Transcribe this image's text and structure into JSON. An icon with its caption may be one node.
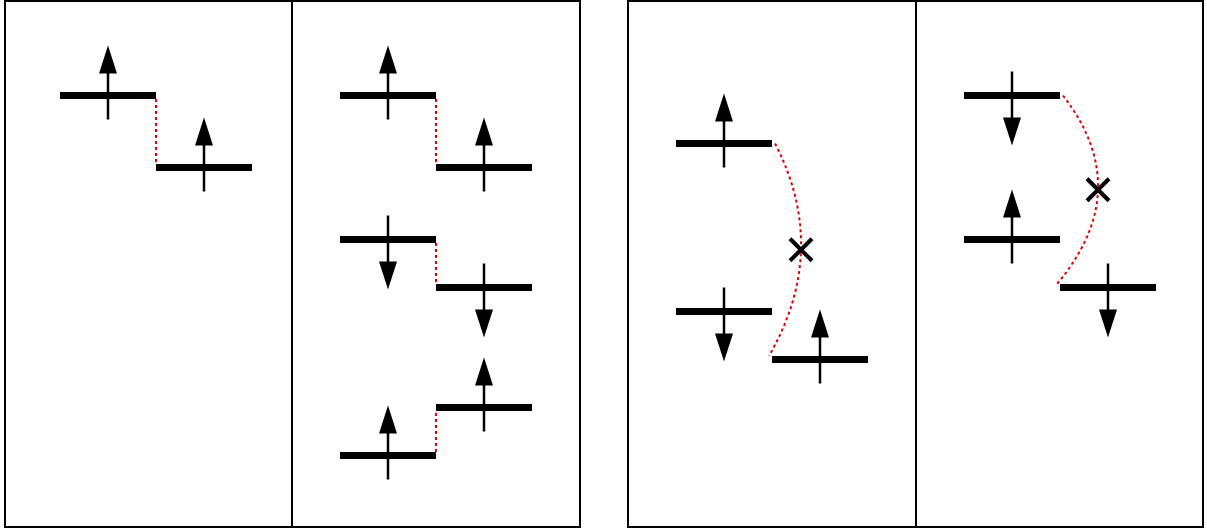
{
  "diagram": {
    "nodes": [
      {
        "text": [],
        "shape": "box"
      },
      {
        "text": [],
        "shape": "bar",
        "in": 0
      },
      {
        "text": [],
        "shape": "bar",
        "in": 0
      },
      {
        "text": [],
        "shape": "box"
      },
      {
        "text": [],
        "shape": "bar",
        "in": 3
      },
      {
        "text": [],
        "shape": "bar",
        "in": 3
      },
      {
        "text": [],
        "shape": "bar",
        "in": 3
      },
      {
        "text": [],
        "shape": "bar",
        "in": 3
      },
      {
        "text": [],
        "shape": "bar",
        "in": 3
      },
      {
        "text": [],
        "shape": "bar",
        "in": 3
      },
      {
        "text": [],
        "shape": "box"
      },
      {
        "text": [],
        "shape": "bar",
        "in": 10
      },
      {
        "text": [],
        "shape": "bar",
        "in": 10
      },
      {
        "text": [],
        "shape": "bar",
        "in": 10
      },
      {
        "text": [],
        "shape": "box"
      },
      {
        "text": [],
        "shape": "bar",
        "in": 14
      },
      {
        "text": [],
        "shape": "bar",
        "in": 14
      },
      {
        "text": [],
        "shape": "bar",
        "in": 14
      }
    ],
    "edges": [
      {
        "from": 1,
        "to": 2,
        "arrow": "none",
        "style": "dashed"
      },
      {
        "from": 4,
        "to": 5,
        "arrow": "none",
        "style": "dashed"
      },
      {
        "from": 6,
        "to": 7,
        "arrow": "none",
        "style": "dashed"
      },
      {
        "from": 9,
        "to": 8,
        "arrow": "none",
        "style": "dashed"
      },
      {
        "from": 11,
        "to": 13,
        "arrow": "none",
        "style": "dashed"
      },
      {
        "from": 15,
        "to": 17,
        "arrow": "none",
        "style": "dashed"
      }
    ]
  }
}
